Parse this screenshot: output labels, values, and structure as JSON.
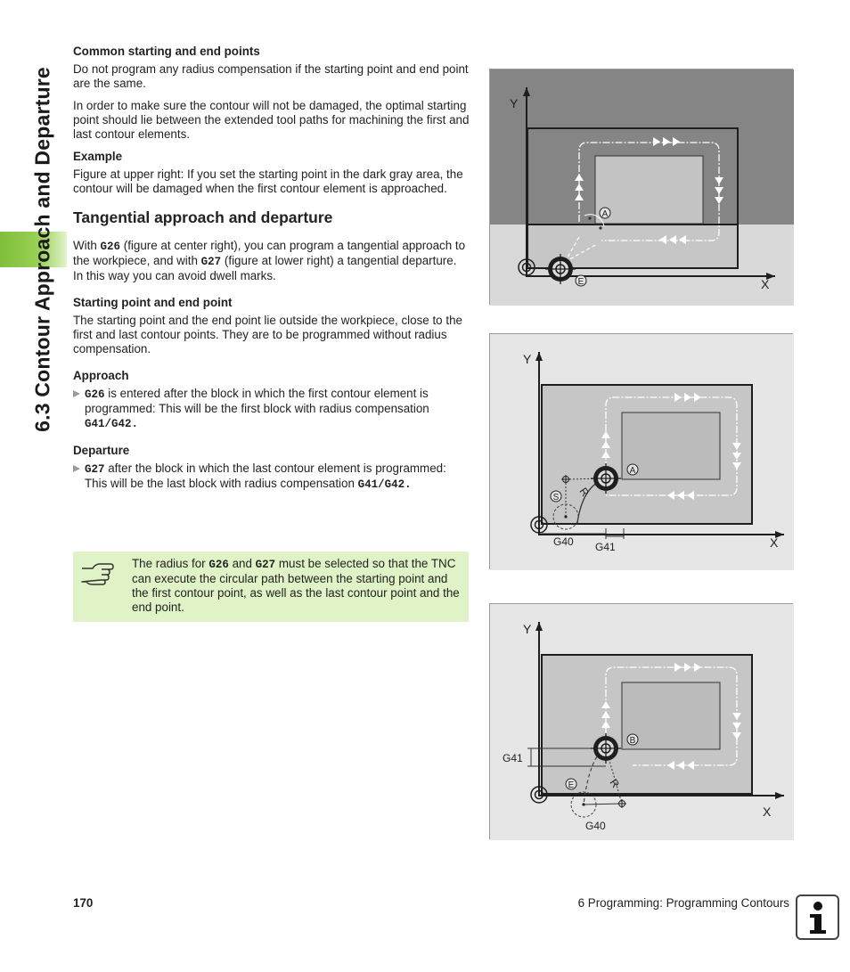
{
  "sidebar": {
    "chapter_title": "6.3 Contour Approach and Departure"
  },
  "section1": {
    "heading": "Common starting and end points",
    "p1": "Do not program any radius compensation if the starting point and end point are the same.",
    "p2": "In order to make sure the contour will not be damaged, the optimal starting point should lie between the extended tool paths for machining the first and last contour elements."
  },
  "example": {
    "heading": "Example",
    "text": "Figure at upper right: If you set the starting point in the dark gray area, the contour will be damaged when the first contour element is approached."
  },
  "tangential": {
    "heading": "Tangential approach and departure",
    "intro": {
      "t1": "With ",
      "c1": "G26",
      "t2": " (figure at center right), you can program a tangential approach to the workpiece, and with ",
      "c2": "G27",
      "t3": " (figure at lower right) a tangential departure. In this way you can avoid dwell marks."
    }
  },
  "start_end": {
    "heading": "Starting point and end point",
    "text": "The starting point and the end point lie outside the workpiece, close to the first and last contour points. They are to be programmed without radius compensation."
  },
  "approach": {
    "heading": "Approach",
    "code1": "G26",
    "text": " is entered after the block in which the first contour element is programmed: This will be the first block with radius compensation ",
    "code2": "G41/G42."
  },
  "departure": {
    "heading": "Departure",
    "code1": "G27",
    "text": " after the block in which the last contour element is programmed: This will be the last block with radius compensation ",
    "code2": "G41/G42."
  },
  "note": {
    "icon": "pointing-hand-icon",
    "t1": "The radius for ",
    "c1": "G26",
    "t2": " and ",
    "c2": "G27",
    "t3": " must be selected so that the TNC can execute the circular path between the starting point and the first contour point, as well as the last contour point and the end point."
  },
  "figures": {
    "fig1": {
      "y": "Y",
      "x": "X",
      "a": "A",
      "e": "E"
    },
    "fig2": {
      "y": "Y",
      "x": "X",
      "a": "A",
      "s": "S",
      "r": "R",
      "g40": "G40",
      "g41": "G41"
    },
    "fig3": {
      "y": "Y",
      "x": "X",
      "b": "B",
      "e": "E",
      "r": "R",
      "g40": "G40",
      "g41": "G41"
    }
  },
  "footer": {
    "page_number": "170",
    "chapter": "6 Programming: Programming Contours",
    "info_icon": "info-icon"
  }
}
